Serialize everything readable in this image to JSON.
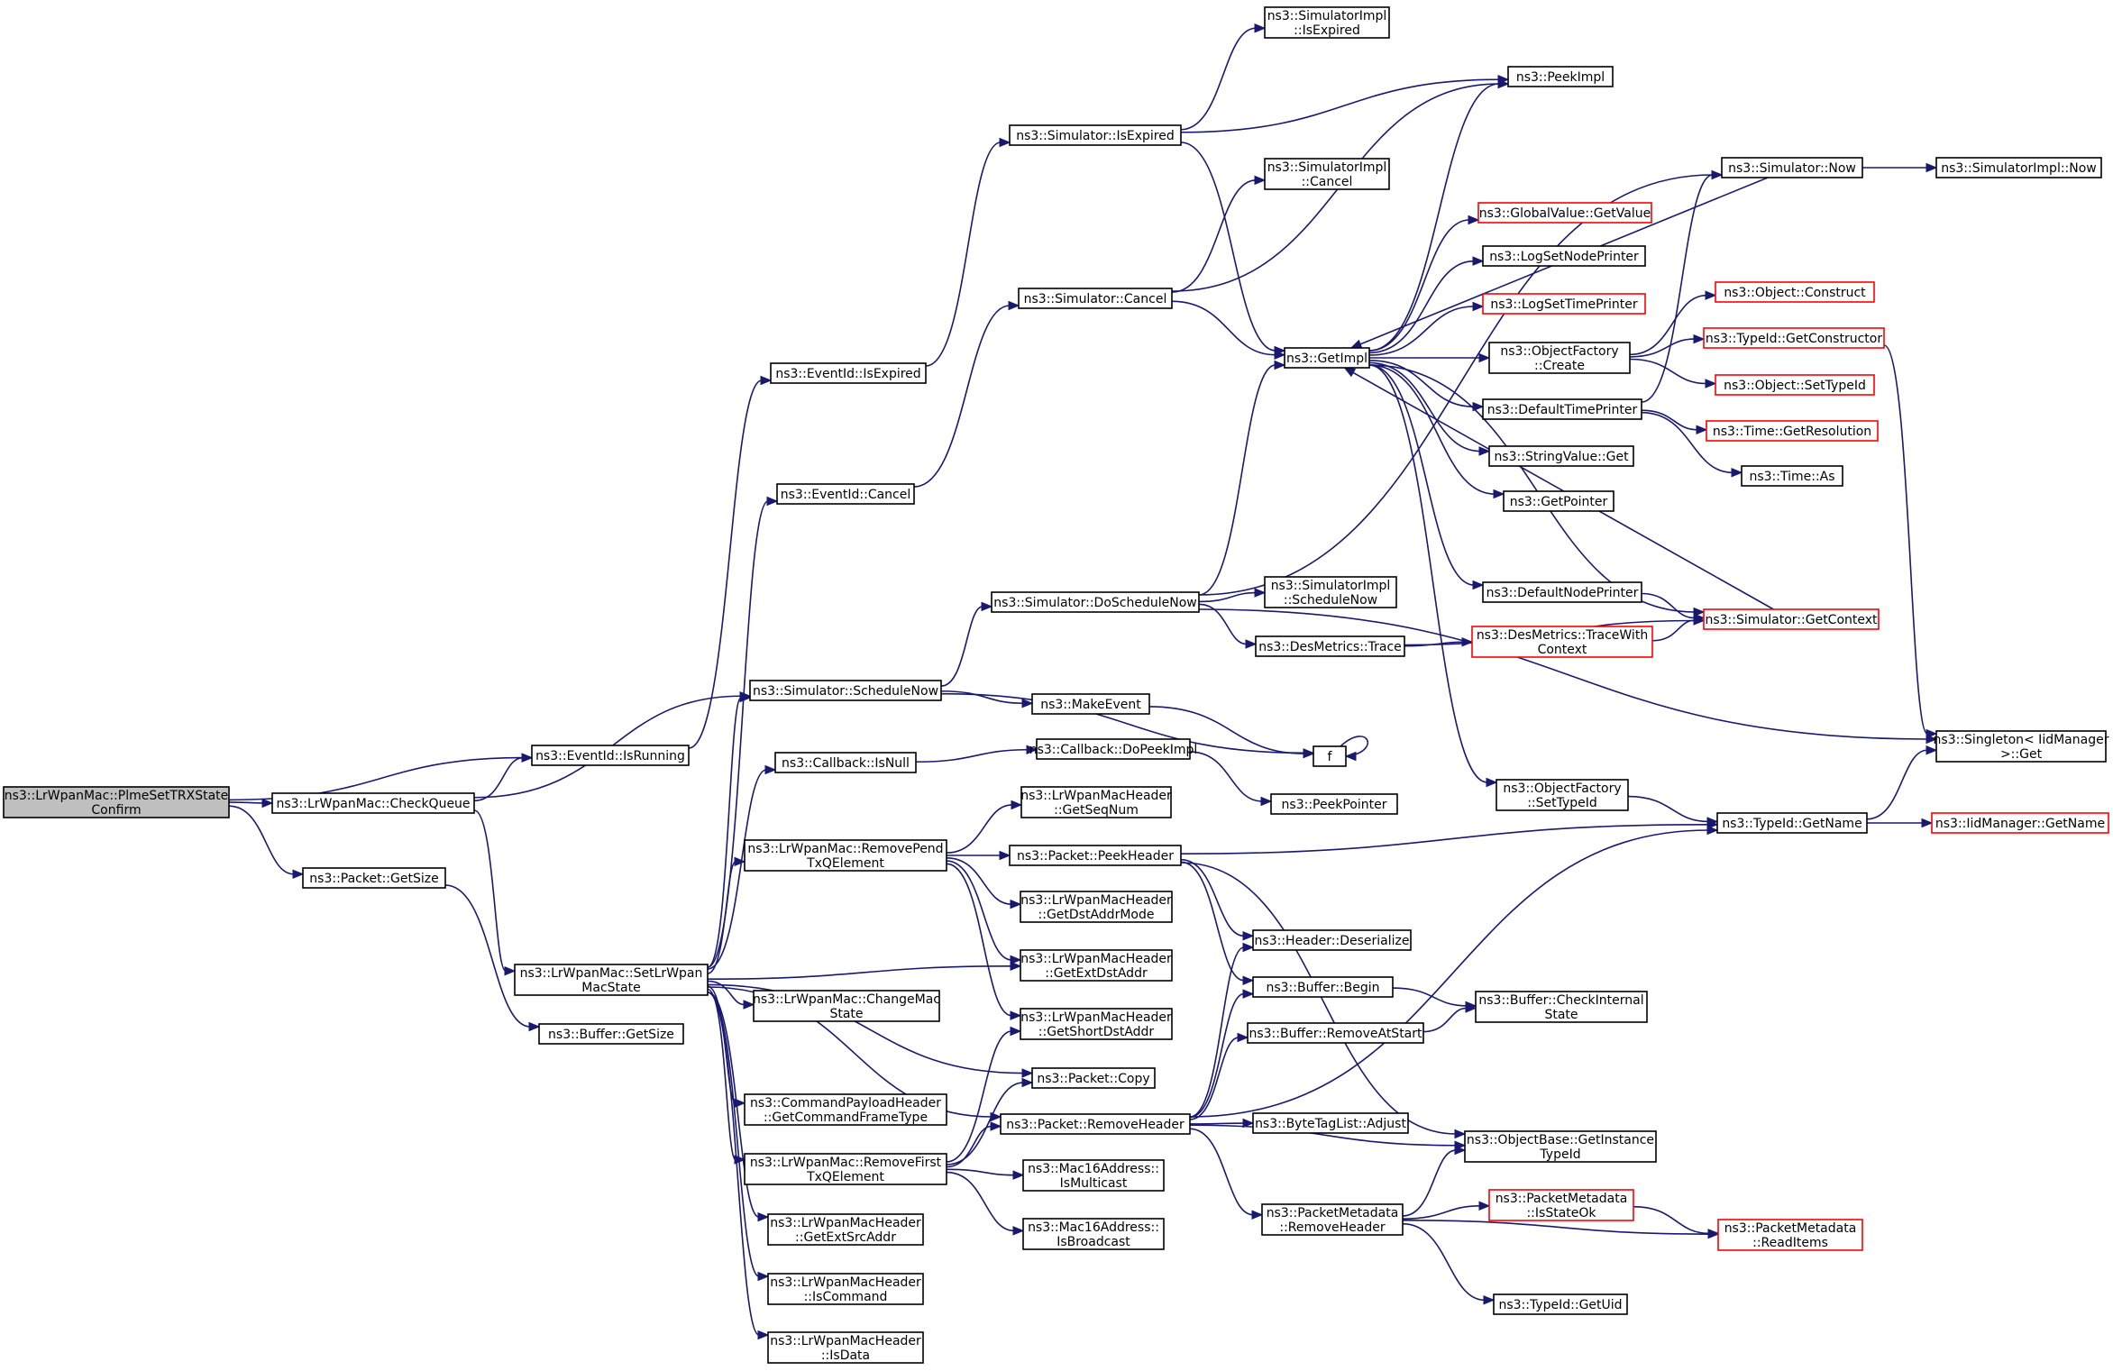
{
  "diagram": {
    "type": "call-graph",
    "colors": {
      "edge": "#191970",
      "node_border": "#000000",
      "external_node_border": "#ff0000",
      "root_fill": "#bfbfbf",
      "background": "#ffffff"
    },
    "nodes": [
      {
        "id": "root",
        "lines": [
          "ns3::LrWpanMac::PlmeSetTRXState",
          "Confirm"
        ],
        "style": "root"
      },
      {
        "id": "checkqueue",
        "lines": [
          "ns3::LrWpanMac::CheckQueue"
        ]
      },
      {
        "id": "pkt_getsize",
        "lines": [
          "ns3::Packet::GetSize"
        ]
      },
      {
        "id": "buf_getsize",
        "lines": [
          "ns3::Buffer::GetSize"
        ]
      },
      {
        "id": "eid_isrunning",
        "lines": [
          "ns3::EventId::IsRunning"
        ]
      },
      {
        "id": "eid_isexpired",
        "lines": [
          "ns3::EventId::IsExpired"
        ]
      },
      {
        "id": "eid_cancel",
        "lines": [
          "ns3::EventId::Cancel"
        ]
      },
      {
        "id": "sim_schednow",
        "lines": [
          "ns3::Simulator::ScheduleNow"
        ]
      },
      {
        "id": "setstate",
        "lines": [
          "ns3::LrWpanMac::SetLrWpan",
          "MacState"
        ]
      },
      {
        "id": "cb_isnull",
        "lines": [
          "ns3::Callback::IsNull"
        ]
      },
      {
        "id": "rempend",
        "lines": [
          "ns3::LrWpanMac::RemovePend",
          "TxQElement"
        ]
      },
      {
        "id": "changemac",
        "lines": [
          "ns3::LrWpanMac::ChangeMac",
          "State"
        ]
      },
      {
        "id": "cmdpayload",
        "lines": [
          "ns3::CommandPayloadHeader",
          "::GetCommandFrameType"
        ]
      },
      {
        "id": "remfirst",
        "lines": [
          "ns3::LrWpanMac::RemoveFirst",
          "TxQElement"
        ]
      },
      {
        "id": "getextsrc",
        "lines": [
          "ns3::LrWpanMacHeader",
          "::GetExtSrcAddr"
        ]
      },
      {
        "id": "iscommand",
        "lines": [
          "ns3::LrWpanMacHeader",
          "::IsCommand"
        ]
      },
      {
        "id": "isdata",
        "lines": [
          "ns3::LrWpanMacHeader",
          "::IsData"
        ]
      },
      {
        "id": "sim_isexpired",
        "lines": [
          "ns3::Simulator::IsExpired"
        ]
      },
      {
        "id": "sim_cancel",
        "lines": [
          "ns3::Simulator::Cancel"
        ]
      },
      {
        "id": "sim_dosched",
        "lines": [
          "ns3::Simulator::DoScheduleNow"
        ]
      },
      {
        "id": "makeevent",
        "lines": [
          "ns3::MakeEvent"
        ]
      },
      {
        "id": "cb_dopeek",
        "lines": [
          "ns3::Callback::DoPeekImpl"
        ]
      },
      {
        "id": "getseqnum",
        "lines": [
          "ns3::LrWpanMacHeader",
          "::GetSeqNum"
        ]
      },
      {
        "id": "pkt_peekhdr",
        "lines": [
          "ns3::Packet::PeekHeader"
        ]
      },
      {
        "id": "getdstmode",
        "lines": [
          "ns3::LrWpanMacHeader",
          "::GetDstAddrMode"
        ]
      },
      {
        "id": "getextdst",
        "lines": [
          "ns3::LrWpanMacHeader",
          "::GetExtDstAddr"
        ]
      },
      {
        "id": "getshortdst",
        "lines": [
          "ns3::LrWpanMacHeader",
          "::GetShortDstAddr"
        ]
      },
      {
        "id": "pkt_copy",
        "lines": [
          "ns3::Packet::Copy"
        ]
      },
      {
        "id": "pkt_remhdr",
        "lines": [
          "ns3::Packet::RemoveHeader"
        ]
      },
      {
        "id": "ismulticast",
        "lines": [
          "ns3::Mac16Address::",
          "IsMulticast"
        ]
      },
      {
        "id": "isbroadcast",
        "lines": [
          "ns3::Mac16Address::",
          "IsBroadcast"
        ]
      },
      {
        "id": "simimpl_isexpired",
        "lines": [
          "ns3::SimulatorImpl",
          "::IsExpired"
        ]
      },
      {
        "id": "simimpl_cancel",
        "lines": [
          "ns3::SimulatorImpl",
          "::Cancel"
        ]
      },
      {
        "id": "getimpl",
        "lines": [
          "ns3::GetImpl"
        ]
      },
      {
        "id": "simimpl_schednow",
        "lines": [
          "ns3::SimulatorImpl",
          "::ScheduleNow"
        ]
      },
      {
        "id": "desmetrics_trace",
        "lines": [
          "ns3::DesMetrics::Trace"
        ]
      },
      {
        "id": "f",
        "lines": [
          "f"
        ]
      },
      {
        "id": "peekpointer",
        "lines": [
          "ns3::PeekPointer"
        ]
      },
      {
        "id": "hdr_deserialize",
        "lines": [
          "ns3::Header::Deserialize"
        ]
      },
      {
        "id": "buf_begin",
        "lines": [
          "ns3::Buffer::Begin"
        ]
      },
      {
        "id": "buf_removeatstart",
        "lines": [
          "ns3::Buffer::RemoveAtStart"
        ]
      },
      {
        "id": "bytetag_adjust",
        "lines": [
          "ns3::ByteTagList::Adjust"
        ]
      },
      {
        "id": "pm_removehdr",
        "lines": [
          "ns3::PacketMetadata",
          "::RemoveHeader"
        ]
      },
      {
        "id": "peekimpl",
        "lines": [
          "ns3::PeekImpl"
        ]
      },
      {
        "id": "gv_getvalue",
        "lines": [
          "ns3::GlobalValue::GetValue"
        ],
        "style": "red"
      },
      {
        "id": "logsetnode",
        "lines": [
          "ns3::LogSetNodePrinter"
        ]
      },
      {
        "id": "logsettime",
        "lines": [
          "ns3::LogSetTimePrinter"
        ],
        "style": "red"
      },
      {
        "id": "of_create",
        "lines": [
          "ns3::ObjectFactory",
          "::Create"
        ]
      },
      {
        "id": "deftime",
        "lines": [
          "ns3::DefaultTimePrinter"
        ]
      },
      {
        "id": "sv_get",
        "lines": [
          "ns3::StringValue::Get"
        ]
      },
      {
        "id": "getpointer",
        "lines": [
          "ns3::GetPointer"
        ]
      },
      {
        "id": "defnode",
        "lines": [
          "ns3::DefaultNodePrinter"
        ]
      },
      {
        "id": "dm_tracectx",
        "lines": [
          "ns3::DesMetrics::TraceWith",
          "Context"
        ],
        "style": "red"
      },
      {
        "id": "of_settypeid",
        "lines": [
          "ns3::ObjectFactory",
          "::SetTypeId"
        ]
      },
      {
        "id": "buf_checkinternal",
        "lines": [
          "ns3::Buffer::CheckInternal",
          "State"
        ]
      },
      {
        "id": "ob_getinstance",
        "lines": [
          "ns3::ObjectBase::GetInstance",
          "TypeId"
        ]
      },
      {
        "id": "pm_isstateok",
        "lines": [
          "ns3::PacketMetadata",
          "::IsStateOk"
        ],
        "style": "red"
      },
      {
        "id": "tid_getuid",
        "lines": [
          "ns3::TypeId::GetUid"
        ]
      },
      {
        "id": "sim_now",
        "lines": [
          "ns3::Simulator::Now"
        ]
      },
      {
        "id": "obj_construct",
        "lines": [
          "ns3::Object::Construct"
        ],
        "style": "red"
      },
      {
        "id": "tid_getctor",
        "lines": [
          "ns3::TypeId::GetConstructor"
        ],
        "style": "red"
      },
      {
        "id": "obj_settypeid",
        "lines": [
          "ns3::Object::SetTypeId"
        ],
        "style": "red"
      },
      {
        "id": "time_getres",
        "lines": [
          "ns3::Time::GetResolution"
        ],
        "style": "red"
      },
      {
        "id": "time_as",
        "lines": [
          "ns3::Time::As"
        ]
      },
      {
        "id": "sim_getctx",
        "lines": [
          "ns3::Simulator::GetContext"
        ],
        "style": "red"
      },
      {
        "id": "tid_getname",
        "lines": [
          "ns3::TypeId::GetName"
        ]
      },
      {
        "id": "pm_readitems",
        "lines": [
          "ns3::PacketMetadata",
          "::ReadItems"
        ],
        "style": "red"
      },
      {
        "id": "simimpl_now",
        "lines": [
          "ns3::SimulatorImpl::Now"
        ]
      },
      {
        "id": "singleton_get",
        "lines": [
          "ns3::Singleton< IidManager",
          ">::Get"
        ]
      },
      {
        "id": "iid_getname",
        "lines": [
          "ns3::IidManager::GetName"
        ],
        "style": "red"
      }
    ],
    "edges": [
      [
        "root",
        "checkqueue"
      ],
      [
        "root",
        "eid_isrunning"
      ],
      [
        "root",
        "pkt_getsize"
      ],
      [
        "checkqueue",
        "eid_isrunning"
      ],
      [
        "checkqueue",
        "sim_schednow"
      ],
      [
        "checkqueue",
        "setstate"
      ],
      [
        "pkt_getsize",
        "buf_getsize"
      ],
      [
        "eid_isrunning",
        "eid_isexpired"
      ],
      [
        "eid_isexpired",
        "sim_isexpired"
      ],
      [
        "eid_cancel",
        "sim_cancel"
      ],
      [
        "sim_schednow",
        "sim_dosched"
      ],
      [
        "sim_schednow",
        "makeevent"
      ],
      [
        "sim_schednow",
        "f"
      ],
      [
        "setstate",
        "eid_cancel"
      ],
      [
        "setstate",
        "sim_schednow"
      ],
      [
        "setstate",
        "cb_isnull"
      ],
      [
        "setstate",
        "rempend"
      ],
      [
        "setstate",
        "getextdst"
      ],
      [
        "setstate",
        "pkt_copy"
      ],
      [
        "setstate",
        "changemac"
      ],
      [
        "setstate",
        "pkt_remhdr"
      ],
      [
        "setstate",
        "cmdpayload"
      ],
      [
        "setstate",
        "remfirst"
      ],
      [
        "setstate",
        "getextsrc"
      ],
      [
        "setstate",
        "iscommand"
      ],
      [
        "setstate",
        "isdata"
      ],
      [
        "cb_isnull",
        "cb_dopeek"
      ],
      [
        "cb_dopeek",
        "peekpointer"
      ],
      [
        "rempend",
        "getseqnum"
      ],
      [
        "rempend",
        "pkt_peekhdr"
      ],
      [
        "rempend",
        "getdstmode"
      ],
      [
        "rempend",
        "getextdst"
      ],
      [
        "rempend",
        "getshortdst"
      ],
      [
        "remfirst",
        "getshortdst"
      ],
      [
        "remfirst",
        "pkt_copy"
      ],
      [
        "remfirst",
        "pkt_remhdr"
      ],
      [
        "remfirst",
        "ismulticast"
      ],
      [
        "remfirst",
        "isbroadcast"
      ],
      [
        "sim_isexpired",
        "simimpl_isexpired"
      ],
      [
        "sim_isexpired",
        "peekimpl"
      ],
      [
        "sim_isexpired",
        "getimpl"
      ],
      [
        "sim_cancel",
        "simimpl_cancel"
      ],
      [
        "sim_cancel",
        "peekimpl"
      ],
      [
        "sim_cancel",
        "getimpl"
      ],
      [
        "sim_dosched",
        "simimpl_schednow"
      ],
      [
        "sim_dosched",
        "desmetrics_trace"
      ],
      [
        "sim_dosched",
        "getimpl"
      ],
      [
        "sim_dosched",
        "sim_now"
      ],
      [
        "sim_dosched",
        "singleton_get"
      ],
      [
        "makeevent",
        "f"
      ],
      [
        "f",
        "f"
      ],
      [
        "pkt_peekhdr",
        "tid_getname"
      ],
      [
        "pkt_peekhdr",
        "hdr_deserialize"
      ],
      [
        "pkt_peekhdr",
        "buf_begin"
      ],
      [
        "pkt_peekhdr",
        "ob_getinstance"
      ],
      [
        "pkt_remhdr",
        "hdr_deserialize"
      ],
      [
        "pkt_remhdr",
        "buf_begin"
      ],
      [
        "pkt_remhdr",
        "buf_removeatstart"
      ],
      [
        "pkt_remhdr",
        "bytetag_adjust"
      ],
      [
        "pkt_remhdr",
        "ob_getinstance"
      ],
      [
        "pkt_remhdr",
        "pm_removehdr"
      ],
      [
        "pkt_remhdr",
        "tid_getname"
      ],
      [
        "getimpl",
        "peekimpl"
      ],
      [
        "getimpl",
        "gv_getvalue"
      ],
      [
        "getimpl",
        "logsetnode"
      ],
      [
        "getimpl",
        "logsettime"
      ],
      [
        "getimpl",
        "of_create"
      ],
      [
        "getimpl",
        "deftime"
      ],
      [
        "getimpl",
        "sv_get"
      ],
      [
        "getimpl",
        "getpointer"
      ],
      [
        "getimpl",
        "defnode"
      ],
      [
        "getimpl",
        "of_settypeid"
      ],
      [
        "getimpl",
        "sim_getctx"
      ],
      [
        "desmetrics_trace",
        "dm_tracectx"
      ],
      [
        "desmetrics_trace",
        "sim_getctx"
      ],
      [
        "buf_begin",
        "buf_checkinternal"
      ],
      [
        "buf_removeatstart",
        "buf_checkinternal"
      ],
      [
        "pm_removehdr",
        "ob_getinstance"
      ],
      [
        "pm_removehdr",
        "pm_isstateok"
      ],
      [
        "pm_removehdr",
        "pm_readitems"
      ],
      [
        "pm_removehdr",
        "tid_getuid"
      ],
      [
        "of_create",
        "obj_construct"
      ],
      [
        "of_create",
        "tid_getctor"
      ],
      [
        "of_create",
        "obj_settypeid"
      ],
      [
        "deftime",
        "sim_now"
      ],
      [
        "deftime",
        "time_getres"
      ],
      [
        "deftime",
        "time_as"
      ],
      [
        "defnode",
        "sim_getctx"
      ],
      [
        "dm_tracectx",
        "sim_getctx"
      ],
      [
        "of_settypeid",
        "tid_getname"
      ],
      [
        "pm_isstateok",
        "pm_readitems"
      ],
      [
        "sim_now",
        "simimpl_now"
      ],
      [
        "tid_getctor",
        "singleton_get"
      ],
      [
        "tid_getname",
        "singleton_get"
      ],
      [
        "tid_getname",
        "iid_getname"
      ],
      [
        "sim_getctx",
        "getimpl"
      ],
      [
        "sim_now",
        "getimpl"
      ]
    ]
  }
}
